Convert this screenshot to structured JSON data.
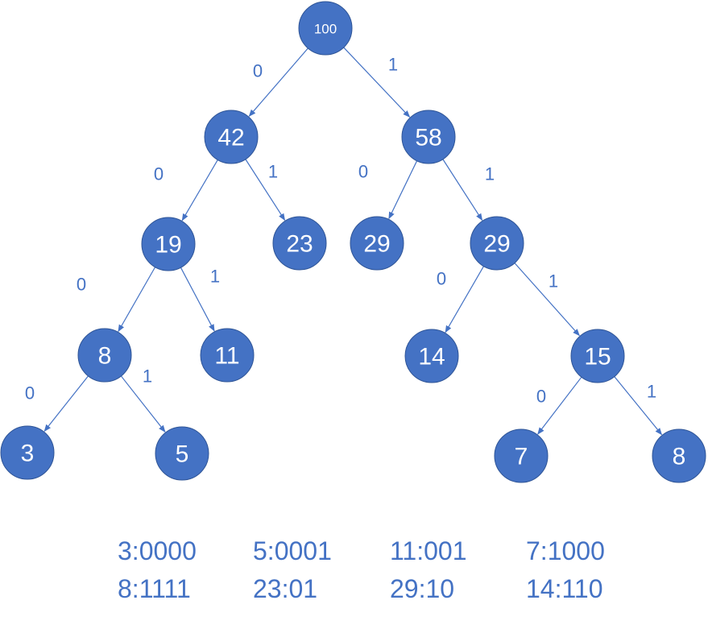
{
  "colors": {
    "node_fill": "#4472C4",
    "node_stroke": "#2F5597",
    "edge": "#4472C4",
    "text": "#4472C4"
  },
  "tree": {
    "nodes": [
      {
        "id": "n100",
        "label": "100"
      },
      {
        "id": "n42",
        "label": "42"
      },
      {
        "id": "n58",
        "label": "58"
      },
      {
        "id": "n19",
        "label": "19"
      },
      {
        "id": "n23",
        "label": "23"
      },
      {
        "id": "n29a",
        "label": "29"
      },
      {
        "id": "n29b",
        "label": "29"
      },
      {
        "id": "n8a",
        "label": "8"
      },
      {
        "id": "n11",
        "label": "11"
      },
      {
        "id": "n14",
        "label": "14"
      },
      {
        "id": "n15",
        "label": "15"
      },
      {
        "id": "n3",
        "label": "3"
      },
      {
        "id": "n5",
        "label": "5"
      },
      {
        "id": "n7",
        "label": "7"
      },
      {
        "id": "n8b",
        "label": "8"
      }
    ],
    "edges": [
      {
        "from": "n100",
        "to": "n42",
        "bit": "0"
      },
      {
        "from": "n100",
        "to": "n58",
        "bit": "1"
      },
      {
        "from": "n42",
        "to": "n19",
        "bit": "0"
      },
      {
        "from": "n42",
        "to": "n23",
        "bit": "1"
      },
      {
        "from": "n58",
        "to": "n29a",
        "bit": "0"
      },
      {
        "from": "n58",
        "to": "n29b",
        "bit": "1"
      },
      {
        "from": "n19",
        "to": "n8a",
        "bit": "0"
      },
      {
        "from": "n19",
        "to": "n11",
        "bit": "1"
      },
      {
        "from": "n29b",
        "to": "n14",
        "bit": "0"
      },
      {
        "from": "n29b",
        "to": "n15",
        "bit": "1"
      },
      {
        "from": "n8a",
        "to": "n3",
        "bit": "0"
      },
      {
        "from": "n8a",
        "to": "n5",
        "bit": "1"
      },
      {
        "from": "n15",
        "to": "n7",
        "bit": "0"
      },
      {
        "from": "n15",
        "to": "n8b",
        "bit": "1"
      }
    ]
  },
  "codes": [
    [
      "3:0000",
      "5:0001",
      "11:001",
      "7:1000"
    ],
    [
      "8:1111",
      "23:01",
      "29:10",
      "14:110"
    ]
  ]
}
